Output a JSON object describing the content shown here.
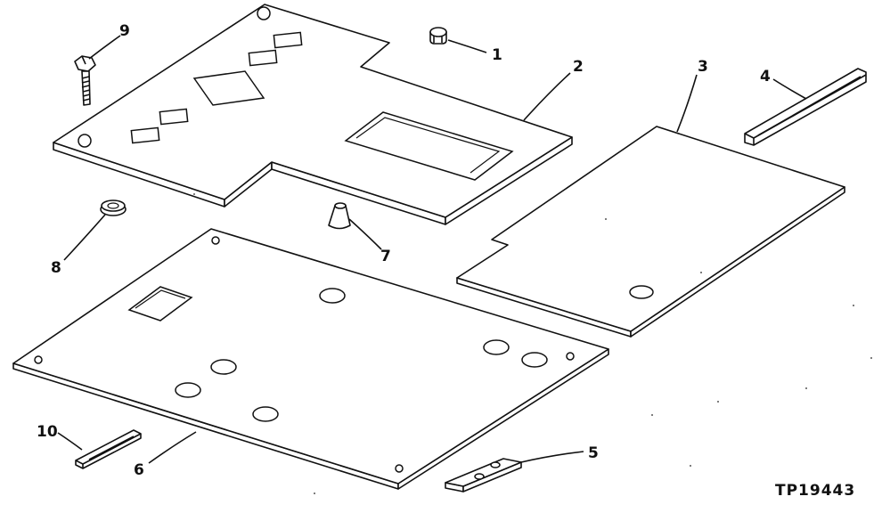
{
  "figure_id": "TP19443",
  "callouts": [
    "1",
    "2",
    "3",
    "4",
    "5",
    "6",
    "7",
    "8",
    "9",
    "10"
  ],
  "line_color": "#111111",
  "background_color": "#ffffff"
}
